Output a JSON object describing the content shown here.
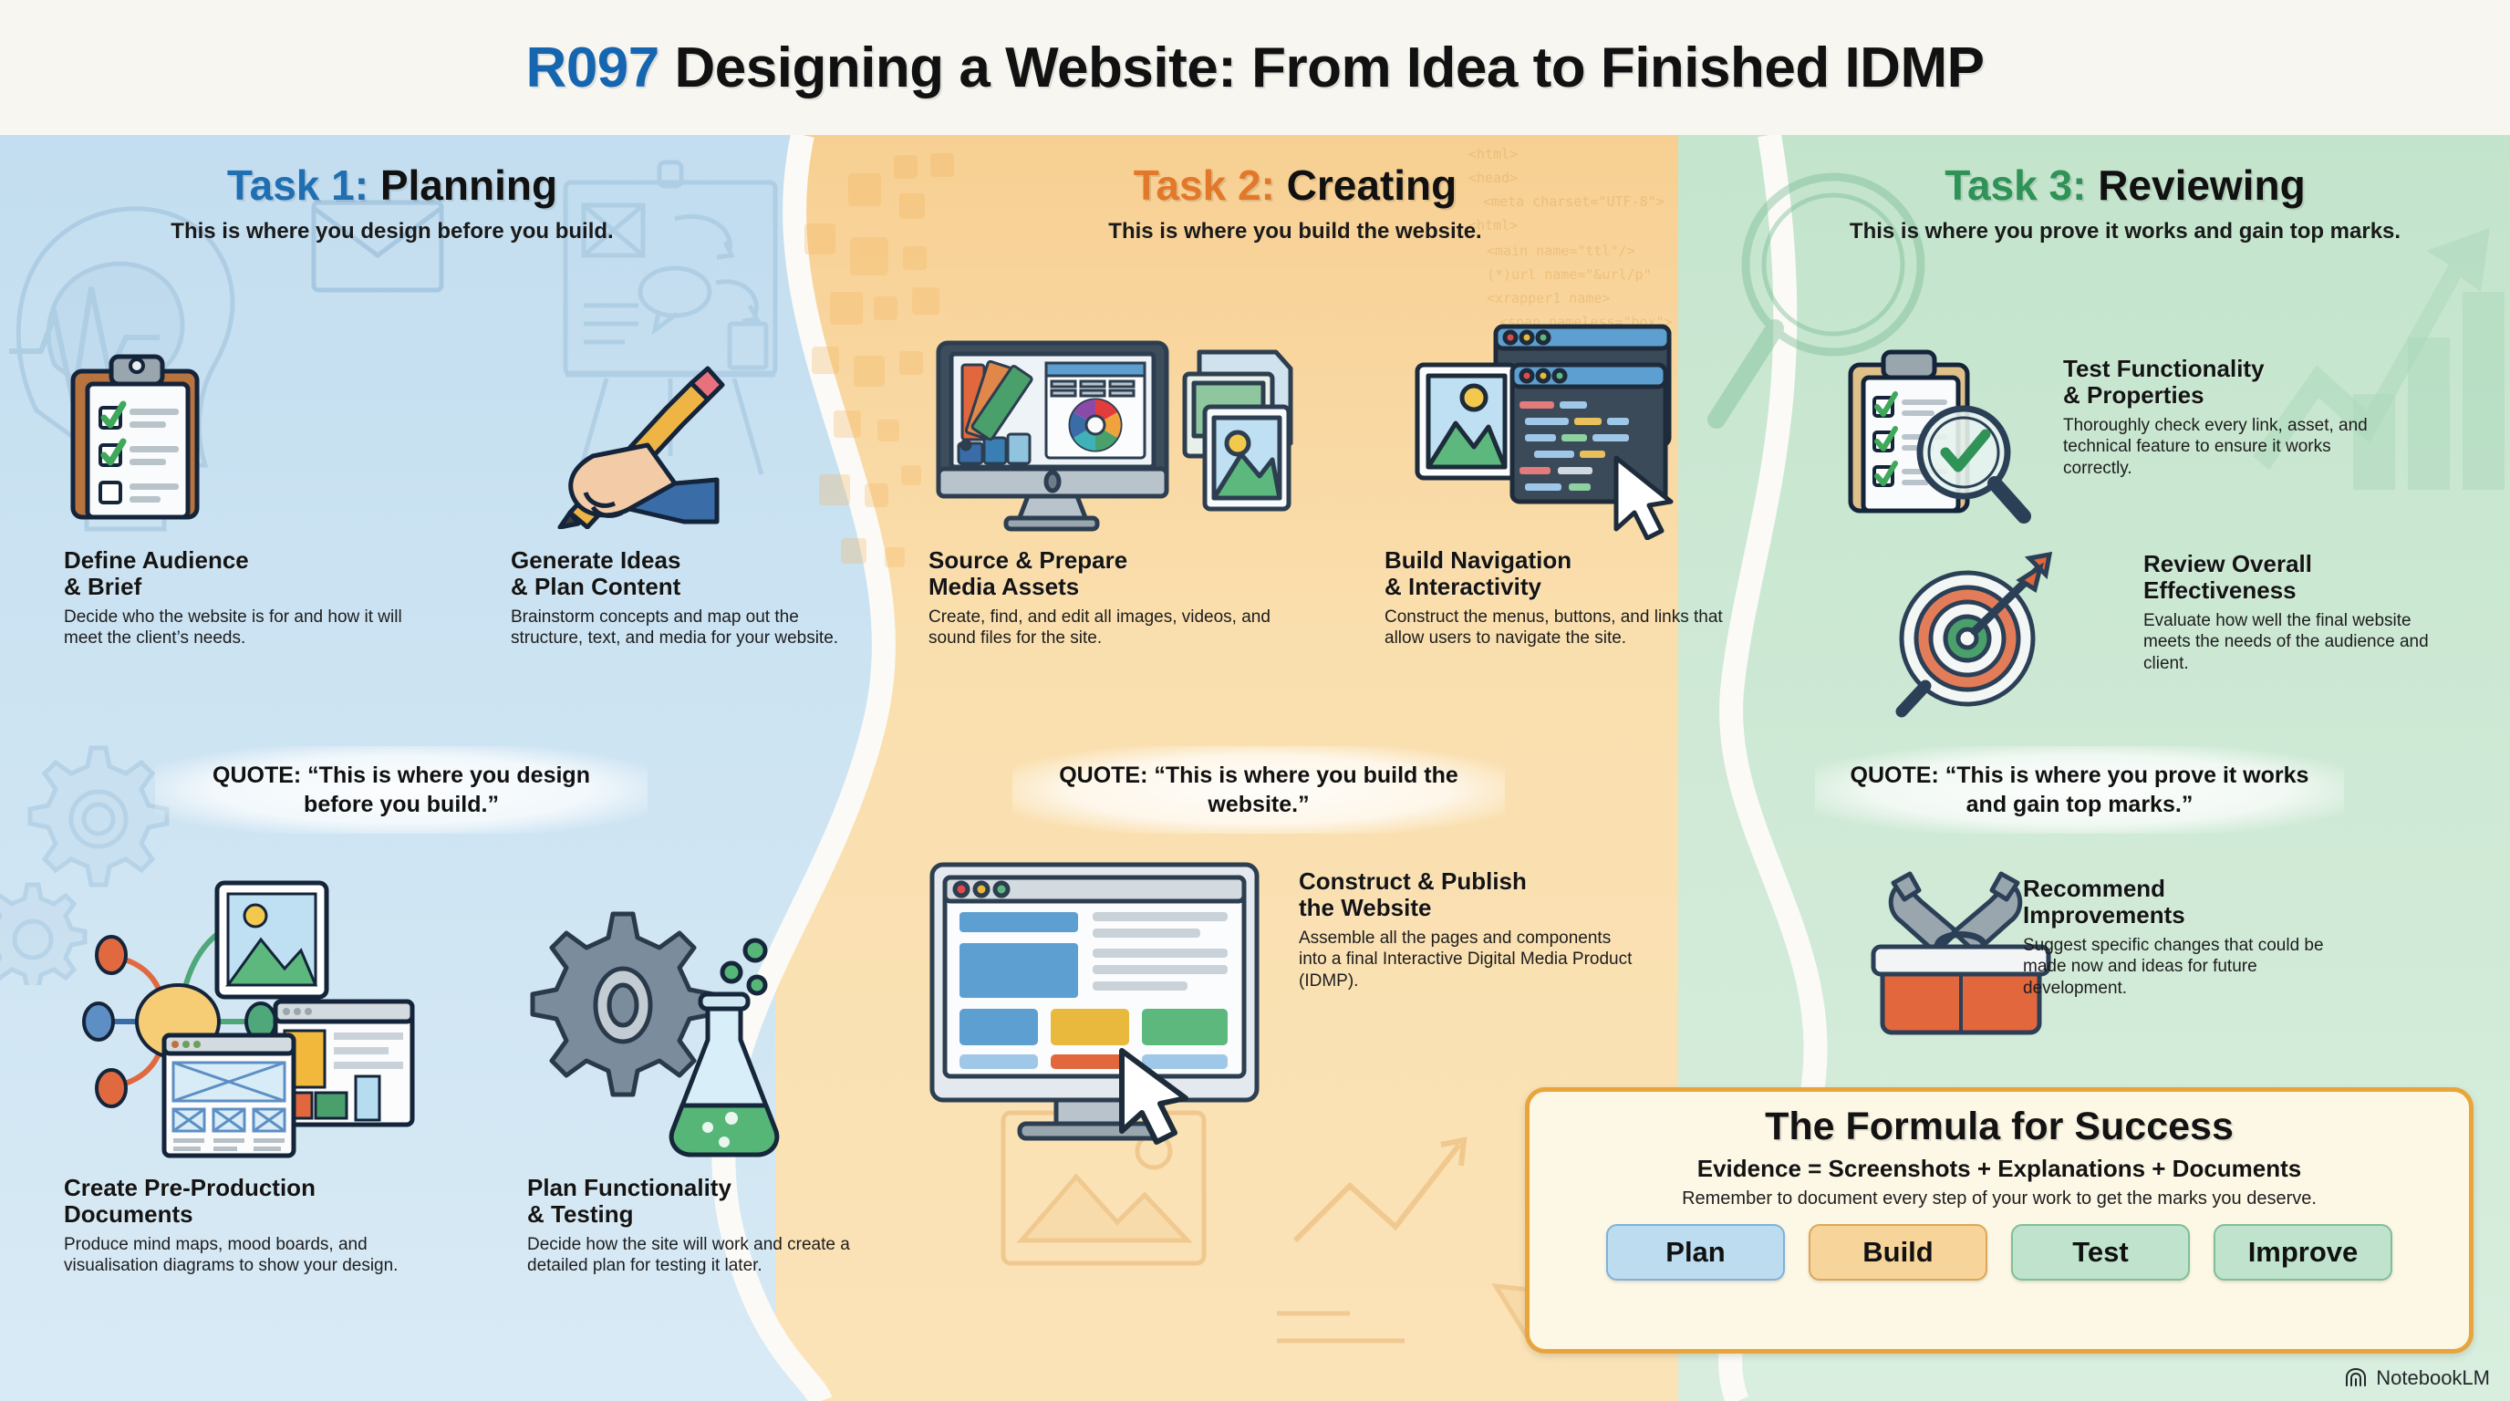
{
  "header": {
    "code": "R097",
    "title": "Designing a Website: From Idea to Finished IDMP"
  },
  "columns": [
    {
      "id": "planning",
      "label": "Task 1:",
      "name": "Planning",
      "accent": "#1f6fb2",
      "subtitle": "This is where you design before you build.",
      "quote": "QUOTE: “This is where you design before you build.”",
      "items": [
        {
          "title": "Define Audience\n& Brief",
          "desc": "Decide who the website is for and how it will meet the client’s needs.",
          "icon": "clipboard-checklist-icon"
        },
        {
          "title": "Generate Ideas\n& Plan Content",
          "desc": "Brainstorm concepts and map out the structure, text, and media for your website.",
          "icon": "hand-pencil-icon"
        },
        {
          "title": "Create Pre-Production\nDocuments",
          "desc": "Produce mind maps, mood boards, and visualisation diagrams to show your design.",
          "icon": "mindmap-wireframe-icon"
        },
        {
          "title": "Plan Functionality\n& Testing",
          "desc": "Decide how the site will work and create a detailed plan for testing it later.",
          "icon": "gear-flask-icon"
        }
      ]
    },
    {
      "id": "creating",
      "label": "Task 2:",
      "name": "Creating",
      "accent": "#e2782a",
      "subtitle": "This is where you build the website.",
      "quote": "QUOTE: “This is where you build the website.”",
      "items": [
        {
          "title": "Source & Prepare\nMedia Assets",
          "desc": "Create, find, and edit all images, videos, and sound files for the site.",
          "icon": "monitor-palette-icon"
        },
        {
          "title": "Build Navigation\n& Interactivity",
          "desc": "Construct the menus, buttons, and links that allow users to navigate the site.",
          "icon": "code-window-cursor-icon"
        },
        {
          "title": "Construct & Publish\nthe Website",
          "desc": "Assemble all the pages and components into a final Interactive Digital Media Product (IDMP).",
          "icon": "desktop-publish-icon"
        }
      ]
    },
    {
      "id": "reviewing",
      "label": "Task 3:",
      "name": "Reviewing",
      "accent": "#2f9256",
      "subtitle": "This is where you prove it works and gain top marks.",
      "quote": "QUOTE: “This is where you prove it works and gain top marks.”",
      "items": [
        {
          "title": "Test Functionality\n& Properties",
          "desc": "Thoroughly check every link, asset, and technical feature to ensure it works correctly.",
          "icon": "clipboard-magnifier-icon"
        },
        {
          "title": "Review Overall\nEffectiveness",
          "desc": "Evaluate how well the final website meets the needs of the audience and client.",
          "icon": "target-dart-icon"
        },
        {
          "title": "Recommend\nImprovements",
          "desc": "Suggest specific changes that could be made now and ideas for future development.",
          "icon": "toolbox-wrench-icon"
        }
      ]
    }
  ],
  "formula": {
    "title": "The Formula for Success",
    "equation": "Evidence = Screenshots + Explanations + Documents",
    "note": "Remember to document every step of your work to get the marks you deserve.",
    "chips": [
      "Plan",
      "Build",
      "Test",
      "Improve"
    ]
  },
  "watermark": {
    "label": "NotebookLM"
  },
  "palette": {
    "panel_blue": "#cce4f2",
    "panel_orange": "#fadfae",
    "panel_green": "#cfe9d6",
    "accent_blue": "#1f6fb2",
    "accent_orange": "#e2782a",
    "accent_green": "#2f9256",
    "formula_border": "#e8a53b",
    "formula_fill": "#fdf8e6"
  }
}
